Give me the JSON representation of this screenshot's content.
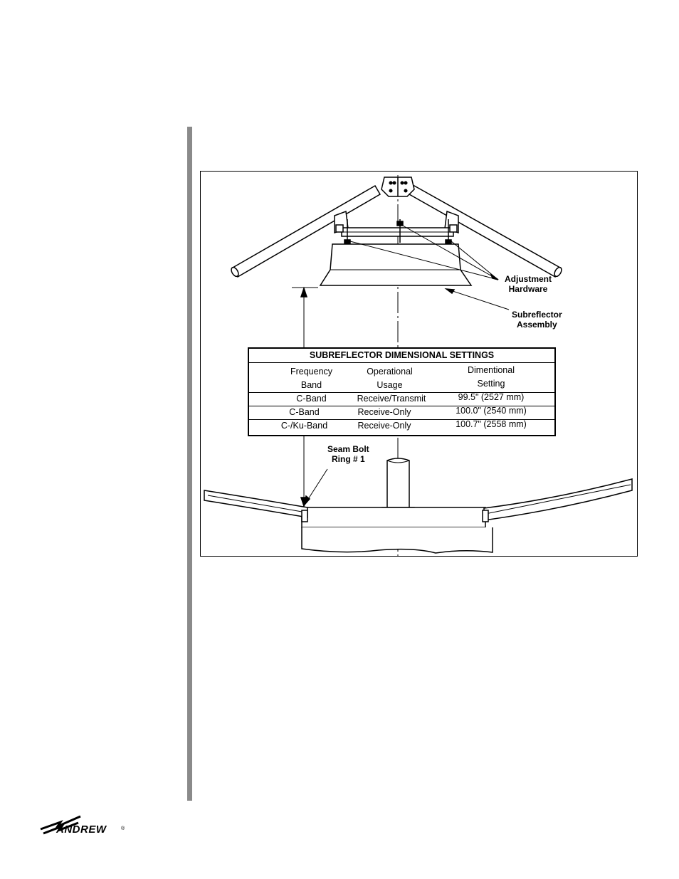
{
  "figure": {
    "callouts": {
      "adjustment_line1": "Adjustment",
      "adjustment_line2": "Hardware",
      "subreflector_line1": "Subreflector",
      "subreflector_line2": "Assembly",
      "seam_line1": "Seam Bolt",
      "seam_line2": "Ring # 1"
    },
    "table": {
      "title": "SUBREFLECTOR DIMENSIONAL SETTINGS",
      "headers": [
        {
          "line1": "Frequency",
          "line2": "Band"
        },
        {
          "line1": "Operational",
          "line2": "Usage"
        },
        {
          "line1": "Dimentional",
          "line2": "Setting"
        }
      ],
      "rows": [
        [
          "C-Band",
          "Receive/Transmit",
          "99.5\" (2527 mm)"
        ],
        [
          "C-Band",
          "Receive-Only",
          "100.0\" (2540 mm)"
        ],
        [
          "C-/Ku-Band",
          "Receive-Only",
          "100.7\" (2558 mm)"
        ]
      ]
    }
  },
  "footer": {
    "logo_text": "ANDREW",
    "logo_mark": "®"
  }
}
